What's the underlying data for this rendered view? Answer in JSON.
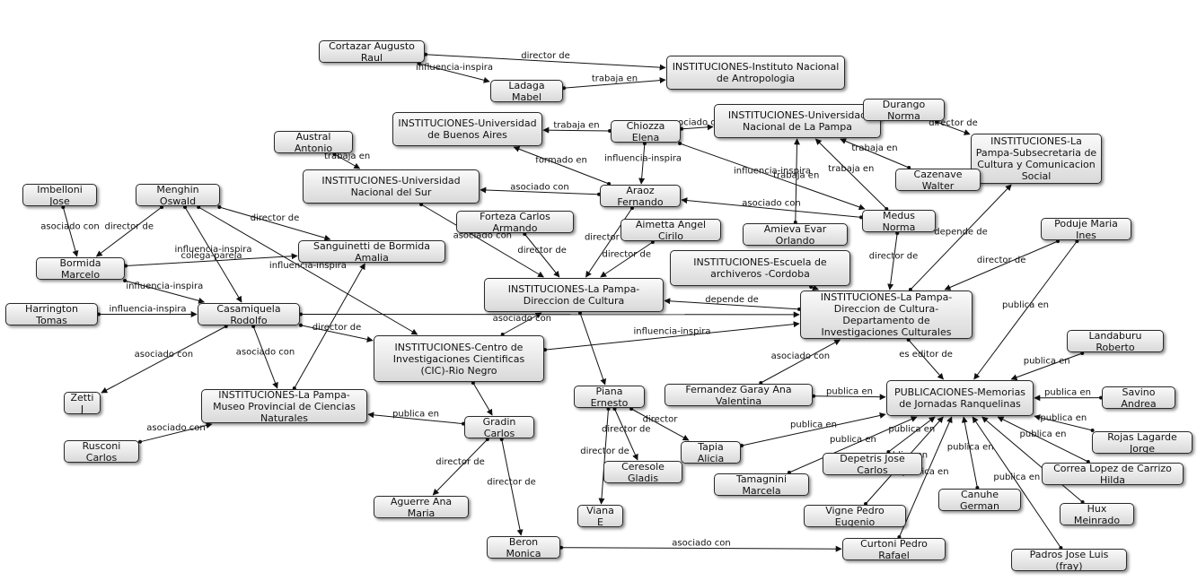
{
  "nodes": [
    {
      "id": "cortazar",
      "label": "Cortazar Augusto Raul"
    },
    {
      "id": "inst_antro",
      "label": "INSTITUCIONES-Instituto Nacional de Antropologia"
    },
    {
      "id": "ladaga",
      "label": "Ladaga Mabel"
    },
    {
      "id": "uba",
      "label": "INSTITUCIONES-Universidad de Buenos Aires"
    },
    {
      "id": "chiozza",
      "label": "Chiozza Elena"
    },
    {
      "id": "unlpam",
      "label": "INSTITUCIONES-Universidad Nacional de La Pampa"
    },
    {
      "id": "durango",
      "label": "Durango Norma"
    },
    {
      "id": "subsec",
      "label": "INSTITUCIONES-La Pampa-Subsecretaria de Cultura y Comunicacion Social"
    },
    {
      "id": "austral",
      "label": "Austral Antonio"
    },
    {
      "id": "uns",
      "label": "INSTITUCIONES-Universidad Nacional del Sur"
    },
    {
      "id": "imbelloni",
      "label": "Imbelloni Jose"
    },
    {
      "id": "menghin",
      "label": "Menghin Oswald"
    },
    {
      "id": "araoz",
      "label": "Araoz Fernando"
    },
    {
      "id": "cazenave",
      "label": "Cazenave Walter"
    },
    {
      "id": "forteza",
      "label": "Forteza Carlos Armando"
    },
    {
      "id": "aimetta",
      "label": "Aimetta Angel Cirilo"
    },
    {
      "id": "amieva",
      "label": "Amieva Evar Orlando"
    },
    {
      "id": "medus",
      "label": "Medus Norma"
    },
    {
      "id": "poduje",
      "label": "Poduje Maria Ines"
    },
    {
      "id": "sanguinetti",
      "label": "Sanguinetti de Bormida Amalia"
    },
    {
      "id": "bormida",
      "label": "Bormida Marcelo"
    },
    {
      "id": "esc_arch",
      "label": "INSTITUCIONES-Escuela de archiveros -Cordoba"
    },
    {
      "id": "dircult",
      "label": "INSTITUCIONES-La Pampa-Direccion de Cultura"
    },
    {
      "id": "dirdep",
      "label": "INSTITUCIONES-La Pampa-Direccion de Cultura-Departamento de Investigaciones Culturales"
    },
    {
      "id": "harrington",
      "label": "Harrington Tomas"
    },
    {
      "id": "casamiquela",
      "label": "Casamiquela Rodolfo"
    },
    {
      "id": "cic",
      "label": "INSTITUCIONES-Centro de Investigaciones Cientificas (CIC)-Rio Negro"
    },
    {
      "id": "landaburu",
      "label": "Landaburu Roberto"
    },
    {
      "id": "zetti",
      "label": "Zetti J"
    },
    {
      "id": "museo",
      "label": "INSTITUCIONES-La Pampa-Museo Provincial de Ciencias Naturales"
    },
    {
      "id": "piana",
      "label": "Piana Ernesto"
    },
    {
      "id": "fernandez",
      "label": "Fernandez Garay Ana Valentina"
    },
    {
      "id": "memorias",
      "label": "PUBLICACIONES-Memorias de Jornadas Ranquelinas"
    },
    {
      "id": "savino",
      "label": "Savino Andrea"
    },
    {
      "id": "gradin",
      "label": "Gradin Carlos"
    },
    {
      "id": "rusconi",
      "label": "Rusconi Carlos"
    },
    {
      "id": "tapia",
      "label": "Tapia Alicia"
    },
    {
      "id": "rojas",
      "label": "Rojas Lagarde Jorge"
    },
    {
      "id": "depetris",
      "label": "Depetris Jose Carlos"
    },
    {
      "id": "ceresole",
      "label": "Ceresole Gladis"
    },
    {
      "id": "tamagnini",
      "label": "Tamagnini Marcela"
    },
    {
      "id": "correa",
      "label": "Correa Lopez de Carrizo Hilda"
    },
    {
      "id": "canuhe",
      "label": "Canuhe German"
    },
    {
      "id": "aguerre",
      "label": "Aguerre Ana Maria"
    },
    {
      "id": "viana",
      "label": "Viana E"
    },
    {
      "id": "vigne",
      "label": "Vigne Pedro Eugenio"
    },
    {
      "id": "hux",
      "label": "Hux Meinrado"
    },
    {
      "id": "beron",
      "label": "Beron Monica"
    },
    {
      "id": "curtoni",
      "label": "Curtoni Pedro Rafael"
    },
    {
      "id": "padros",
      "label": "Padros Jose Luis (fray)"
    }
  ],
  "edges": [
    {
      "from": "cortazar",
      "to": "inst_antro",
      "label": "director de"
    },
    {
      "from": "cortazar",
      "to": "ladaga",
      "label": "influencia-inspira"
    },
    {
      "from": "ladaga",
      "to": "inst_antro",
      "label": "trabaja en"
    },
    {
      "from": "chiozza",
      "to": "uba",
      "label": "trabaja en"
    },
    {
      "from": "chiozza",
      "to": "unlpam",
      "label": "asociado con"
    },
    {
      "from": "chiozza",
      "to": "araoz",
      "label": "influencia-inspira"
    },
    {
      "from": "araoz",
      "to": "uba",
      "label": "formado en"
    },
    {
      "from": "austral",
      "to": "uns",
      "label": "trabaja en"
    },
    {
      "from": "durango",
      "to": "subsec",
      "label": "director de"
    },
    {
      "from": "cazenave",
      "to": "unlpam",
      "label": "trabaja en"
    },
    {
      "from": "araoz",
      "to": "uns",
      "label": "asociado con"
    },
    {
      "from": "medus",
      "to": "araoz",
      "label": "asociado con"
    },
    {
      "from": "medus",
      "to": "unlpam",
      "label": "trabaja en"
    },
    {
      "from": "chiozza",
      "to": "medus",
      "label": "influencia-inspira"
    },
    {
      "from": "amieva",
      "to": "unlpam",
      "label": "trabaja en"
    },
    {
      "from": "menghin",
      "to": "bormida",
      "label": "director de"
    },
    {
      "from": "menghin",
      "to": "sanguinetti",
      "label": "director de"
    },
    {
      "from": "menghin",
      "to": "casamiquela",
      "label": "influencia-inspira"
    },
    {
      "from": "menghin",
      "to": "cic",
      "label": "influencia-inspira"
    },
    {
      "from": "imbelloni",
      "to": "bormida",
      "label": "asociado con"
    },
    {
      "from": "bormida",
      "to": "sanguinetti",
      "label": "colega-pareja"
    },
    {
      "from": "bormida",
      "to": "casamiquela",
      "label": "influencia-inspira"
    },
    {
      "from": "harrington",
      "to": "casamiquela",
      "label": "influencia-inspira"
    },
    {
      "from": "casamiquela",
      "to": "dirdep",
      "label": "asociado con"
    },
    {
      "from": "casamiquela",
      "to": "cic",
      "label": "director de"
    },
    {
      "from": "casamiquela",
      "to": "zetti",
      "label": "asociado con"
    },
    {
      "from": "casamiquela",
      "to": "museo",
      "label": "asociado con"
    },
    {
      "from": "museo",
      "to": "sanguinetti",
      "label": ""
    },
    {
      "from": "rusconi",
      "to": "museo",
      "label": "asociado con"
    },
    {
      "from": "uns",
      "to": "dircult",
      "label": "asociado con"
    },
    {
      "from": "forteza",
      "to": "dircult",
      "label": "director de"
    },
    {
      "from": "araoz",
      "to": "dircult",
      "label": "director de"
    },
    {
      "from": "aimetta",
      "to": "dircult",
      "label": "director de"
    },
    {
      "from": "dirdep",
      "to": "dircult",
      "label": "depende de"
    },
    {
      "from": "cic",
      "to": "dirdep",
      "label": "influencia-inspira"
    },
    {
      "from": "cic",
      "to": "dircult",
      "label": "asociado con"
    },
    {
      "from": "cic",
      "to": "gradin",
      "label": ""
    },
    {
      "from": "gradin",
      "to": "museo",
      "label": "publica en"
    },
    {
      "from": "gradin",
      "to": "aguerre",
      "label": "director de"
    },
    {
      "from": "gradin",
      "to": "beron",
      "label": "director de"
    },
    {
      "from": "dircult",
      "to": "piana",
      "label": ""
    },
    {
      "from": "piana",
      "to": "ceresole",
      "label": "director de"
    },
    {
      "from": "piana",
      "to": "tapia",
      "label": "director"
    },
    {
      "from": "piana",
      "to": "viana",
      "label": "director de"
    },
    {
      "from": "medus",
      "to": "dirdep",
      "label": "director de"
    },
    {
      "from": "dirdep",
      "to": "subsec",
      "label": "depende de"
    },
    {
      "from": "poduje",
      "to": "dirdep",
      "label": "director de"
    },
    {
      "from": "poduje",
      "to": "memorias",
      "label": "publica en"
    },
    {
      "from": "dirdep",
      "to": "memorias",
      "label": "es editor de"
    },
    {
      "from": "fernandez",
      "to": "dirdep",
      "label": "asociado con"
    },
    {
      "from": "fernandez",
      "to": "memorias",
      "label": "publica en"
    },
    {
      "from": "esc_arch",
      "to": "dirdep",
      "label": ""
    },
    {
      "from": "landaburu",
      "to": "memorias",
      "label": "publica en"
    },
    {
      "from": "savino",
      "to": "memorias",
      "label": "publica en"
    },
    {
      "from": "rojas",
      "to": "memorias",
      "label": "publica en"
    },
    {
      "from": "tapia",
      "to": "memorias",
      "label": "publica en"
    },
    {
      "from": "depetris",
      "to": "memorias",
      "label": "publica en"
    },
    {
      "from": "tamagnini",
      "to": "memorias",
      "label": "publica en"
    },
    {
      "from": "correa",
      "to": "memorias",
      "label": "publica en"
    },
    {
      "from": "canuhe",
      "to": "memorias",
      "label": "publica en"
    },
    {
      "from": "vigne",
      "to": "memorias",
      "label": "publica en"
    },
    {
      "from": "hux",
      "to": "memorias",
      "label": ""
    },
    {
      "from": "curtoni",
      "to": "memorias",
      "label": "publica en"
    },
    {
      "from": "padros",
      "to": "memorias",
      "label": "publica en"
    },
    {
      "from": "beron",
      "to": "curtoni",
      "label": "asociado con"
    }
  ]
}
